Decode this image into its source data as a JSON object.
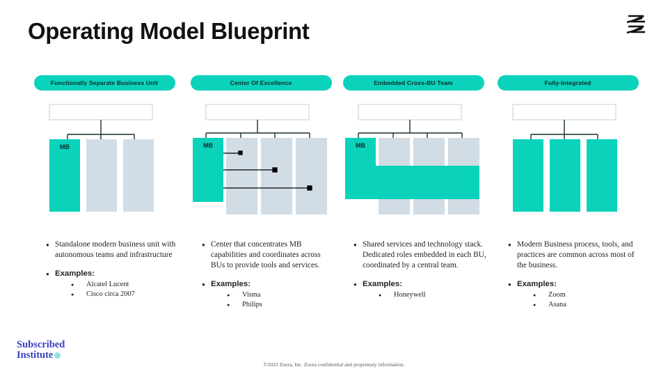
{
  "slide": {
    "title": "Operating Model Blueprint",
    "logo_icon": "zuora-z-logo-icon",
    "footer": {
      "brand_line1": "Subscribed",
      "brand_line2": "Institute",
      "copyright": "©2022 Zuora, Inc. Zuora confidential and proprietary information."
    }
  },
  "colors": {
    "teal": "#0ad2bb",
    "gray_column": "#d2dce4",
    "box_border": "#c6cdd8",
    "connector": "#17302c",
    "pill_text": "#0d2b2b",
    "brand_blue": "#3b3fbe",
    "brand_dot": "#8fe3de"
  },
  "models": [
    {
      "pill_label": "Functionally Separate Business Unit",
      "mb_label": "MB",
      "branches": 3,
      "diagram_type": "separate-bu",
      "description": "Standalone modern business unit with autonomous teams and infrastructure",
      "examples_label": "Examples:",
      "examples": [
        "Alcatel Lucent",
        "Cisco circa 2007"
      ]
    },
    {
      "pill_label": "Center Of Excellence",
      "mb_label": "MB",
      "branches": 4,
      "diagram_type": "center-of-excellence",
      "description": "Center that concentrates MB capabilities and coordinates across BUs to provide tools and services.",
      "examples_label": "Examples:",
      "examples": [
        "Visma",
        "Philips"
      ]
    },
    {
      "pill_label": "Embedded Cross-BU Team",
      "mb_label": "MB",
      "branches": 4,
      "diagram_type": "embedded-cross-bu",
      "description": "Shared services and technology stack. Dedicated roles embedded in each BU, coordinated by a central team.",
      "examples_label": "Examples:",
      "examples": [
        "Honeywell"
      ]
    },
    {
      "pill_label": "Fully-Integrated",
      "mb_label": "",
      "branches": 3,
      "diagram_type": "fully-integrated",
      "description": "Modern Business process, tools, and practices are common across most of the business.",
      "examples_label": "Examples:",
      "examples": [
        "Zoom",
        "Asana"
      ]
    }
  ]
}
